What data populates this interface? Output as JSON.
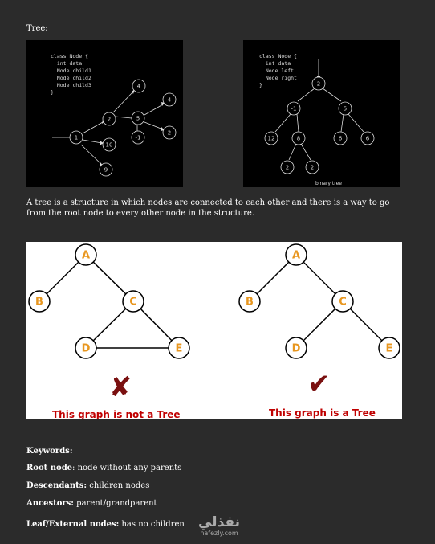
{
  "heading": "Tree:",
  "left_figure": {
    "code": [
      "class Node {",
      "  int data",
      "  Node child1",
      "  Node child2",
      "  Node child3",
      "}"
    ],
    "nodes": [
      "1",
      "2",
      "10",
      "9",
      "4",
      "5",
      "-1",
      "4",
      "2"
    ]
  },
  "right_figure": {
    "code": [
      "class Node {",
      "  int data",
      "  Node left",
      "  Node right",
      "}"
    ],
    "nodes": [
      "2",
      "-1",
      "5",
      "12",
      "8",
      "6",
      "6",
      "2",
      "2"
    ],
    "caption": "binary tree"
  },
  "description": "A tree is a structure in which nodes are connected to each other and there is a way to go from the root node to every other node in the structure.",
  "graph_figure": {
    "left_nodes": [
      "A",
      "B",
      "C",
      "D",
      "E"
    ],
    "right_nodes": [
      "A",
      "B",
      "C",
      "D",
      "E"
    ],
    "left_mark": "✘",
    "right_mark": "✔",
    "left_caption": "This graph is not a Tree",
    "right_caption": "This graph is a Tree",
    "accent_color": "#e8961e",
    "caption_color": "#c00000",
    "mark_color": "#7a1010"
  },
  "keywords": {
    "title": "Keywords:",
    "items": [
      {
        "term": "Root node",
        "sep": ":",
        "desc": " node without any parents"
      },
      {
        "term": "Descendants:",
        "sep": "",
        "desc": " children nodes"
      },
      {
        "term": "Ancestors:",
        "sep": "",
        "desc": " parent/grandparent"
      },
      {
        "term": "Leaf/External nodes:",
        "sep": "",
        "desc": " has no children"
      }
    ]
  },
  "watermark": {
    "arabic": "نفذلي",
    "latin": "nafezly.com"
  }
}
